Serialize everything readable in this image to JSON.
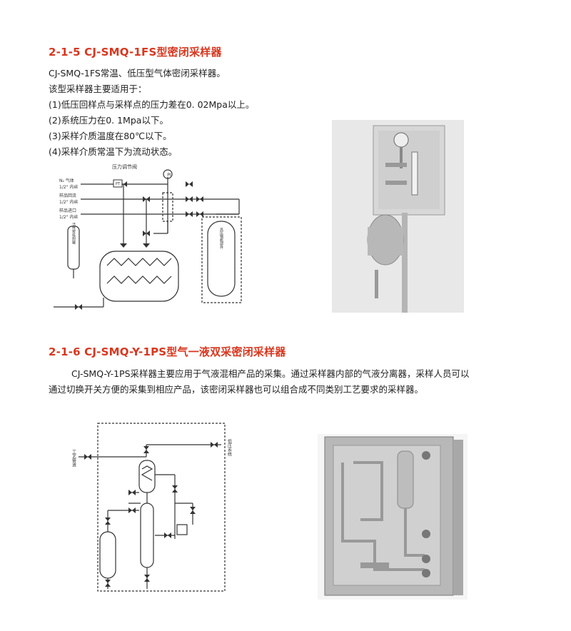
{
  "section1": {
    "title": "2-1-5 CJ-SMQ-1FS型密闭采样器",
    "lines": [
      "CJ-SMQ-1FS常温、低压型气体密闭采样器。",
      "该型采样器主要适用于：",
      "(1)低压回样点与采样点的压力差在0. 02Mpa以上。",
      "(2)系统压力在0. 1Mpa以下。",
      "(3)采样介质温度在80℃以下。",
      "(4)采样介质常温下为流动状态。"
    ],
    "diagram": {
      "pressure_regulator": "压力调节阀",
      "pi": "PI",
      "pt": "PT",
      "n2_inlet": "N₂ 气体",
      "n2_thread": "1/2\" 内丝",
      "sample_return": "样品回流",
      "sample_return_thread": "1/2\" 内丝",
      "sample_inlet": "样品进口",
      "sample_inlet_thread": "1/2\" 内丝",
      "carbon_canister": "活性炭吸附罐",
      "cylinder": "高压钢瓶部件"
    }
  },
  "section2": {
    "title": "2-1-6 CJ-SMQ-Y-1PS型气一液双采密闭采样器",
    "paragraph_line1": "CJ-SMQ-Y-1PS采样器主要应用于气液混相产品的采集。通过采样器内部的气液分离器，采样人员可以",
    "paragraph_line2": "通过切换开关方便的采集到相应产品，该密闭采样器也可以组合成不同类别工艺要求的采样器。",
    "diagram": {
      "process_pipe": "工艺管道",
      "low_pressure": "低压系统"
    }
  },
  "colors": {
    "title": "#d8371f",
    "text": "#222222",
    "line": "#333333"
  }
}
